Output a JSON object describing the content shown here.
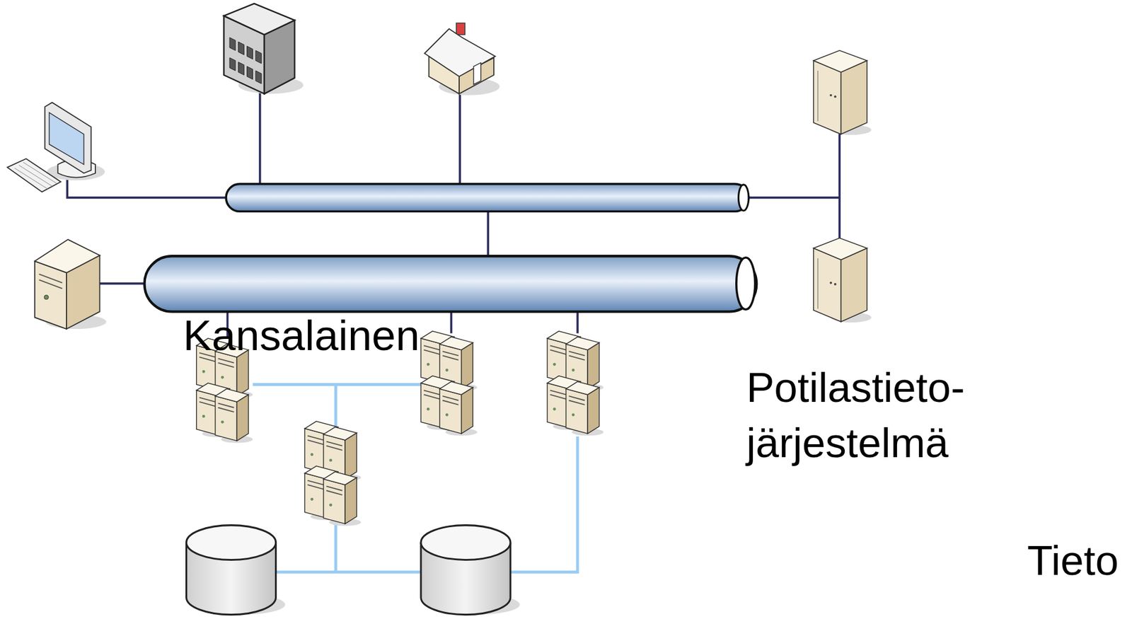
{
  "diagram": {
    "labels": [
      "Kansalainen",
      "Potilastieto- järjestelmä",
      "Tieto"
    ]
  }
}
